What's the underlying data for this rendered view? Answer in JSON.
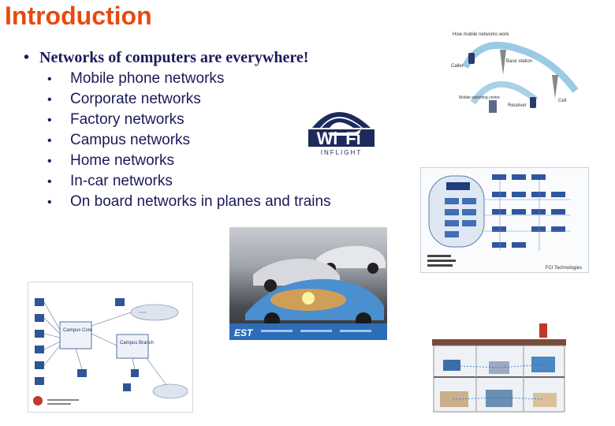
{
  "slide": {
    "title": "Introduction",
    "headline": "Networks of computers are everywhere!",
    "bullets": [
      "Mobile phone networks",
      "Corporate networks",
      "Factory networks",
      "Campus networks",
      "Home networks",
      "In-car networks",
      "On board networks in planes and trains"
    ]
  },
  "images": {
    "wifi_logo": {
      "word": "Wi",
      "word2": "Fi",
      "sub": "INFLIGHT"
    },
    "mobile_diagram": {
      "heading": "How mobile networks work",
      "labels": [
        "Caller",
        "Base station",
        "Mobile switching centre",
        "Receiver",
        "Cell"
      ]
    },
    "car_banner": {
      "brand": "EST"
    },
    "factory_diagram": {
      "footer": "FCI Technologies"
    },
    "campus_diagram": {
      "title1": "Campus Core",
      "title2": "Campus Branch"
    }
  },
  "colors": {
    "title": "#e8490f",
    "text": "#1a1a5a",
    "wifi_navy": "#1d2a5c"
  }
}
